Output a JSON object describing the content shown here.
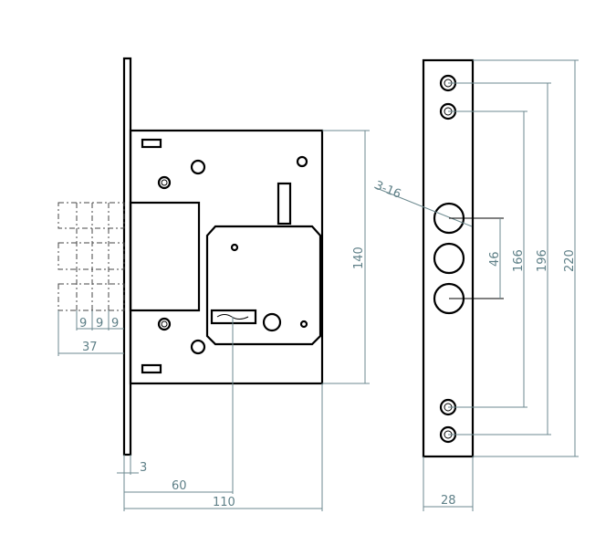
{
  "dimensions": {
    "bolt_step_1": "9",
    "bolt_step_2": "9",
    "bolt_step_3": "9",
    "bolt_throw": "37",
    "faceplate_thickness": "3",
    "backset": "60",
    "case_width": "110",
    "case_height": "140",
    "hole_spec": "3-16",
    "hole_spacing": "46",
    "screw_inner": "166",
    "screw_outer": "196",
    "faceplate_length": "220",
    "faceplate_width": "28"
  }
}
